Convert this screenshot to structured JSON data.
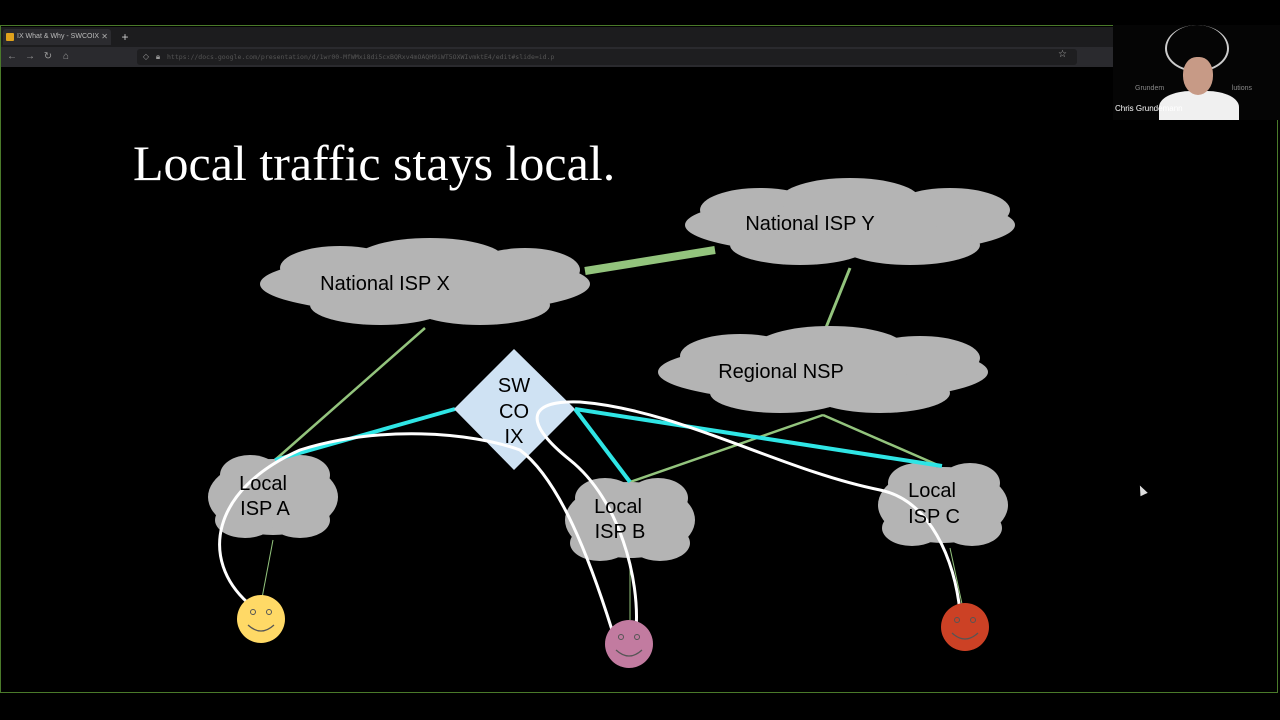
{
  "browser": {
    "tab_title": "IX What & Why - SWCOIX",
    "tab_close": "✕",
    "new_tab": "+",
    "url": "https://docs.google.com/presentation/d/1wr00-MfWMxi8di5cxBQRxv4mOAQH9iWT5OXWIvmktE4/edit#slide=id.p"
  },
  "slide": {
    "title": "Local traffic stays local.",
    "clouds": {
      "national_x": "National ISP X",
      "national_y": "National ISP Y",
      "regional": "Regional NSP",
      "local_a_1": "Local",
      "local_a_2": "ISP A",
      "local_b_1": "Local",
      "local_b_2": "ISP B",
      "local_c_1": "Local",
      "local_c_2": "ISP C"
    },
    "ix": {
      "line1": "SW",
      "line2": "CO",
      "line3": "IX"
    }
  },
  "video": {
    "name": "Chris Grundemann",
    "text_left": "Grundem",
    "text_right": "lutions"
  },
  "colors": {
    "cloud": "#b4b4b4",
    "ix_diamond": "#cfe2f3",
    "cyan_link": "#2fe5e5",
    "green_link": "#93c47d",
    "face_yellow": "#ffd966",
    "face_pink": "#c27ba0",
    "face_red": "#cc4125"
  }
}
